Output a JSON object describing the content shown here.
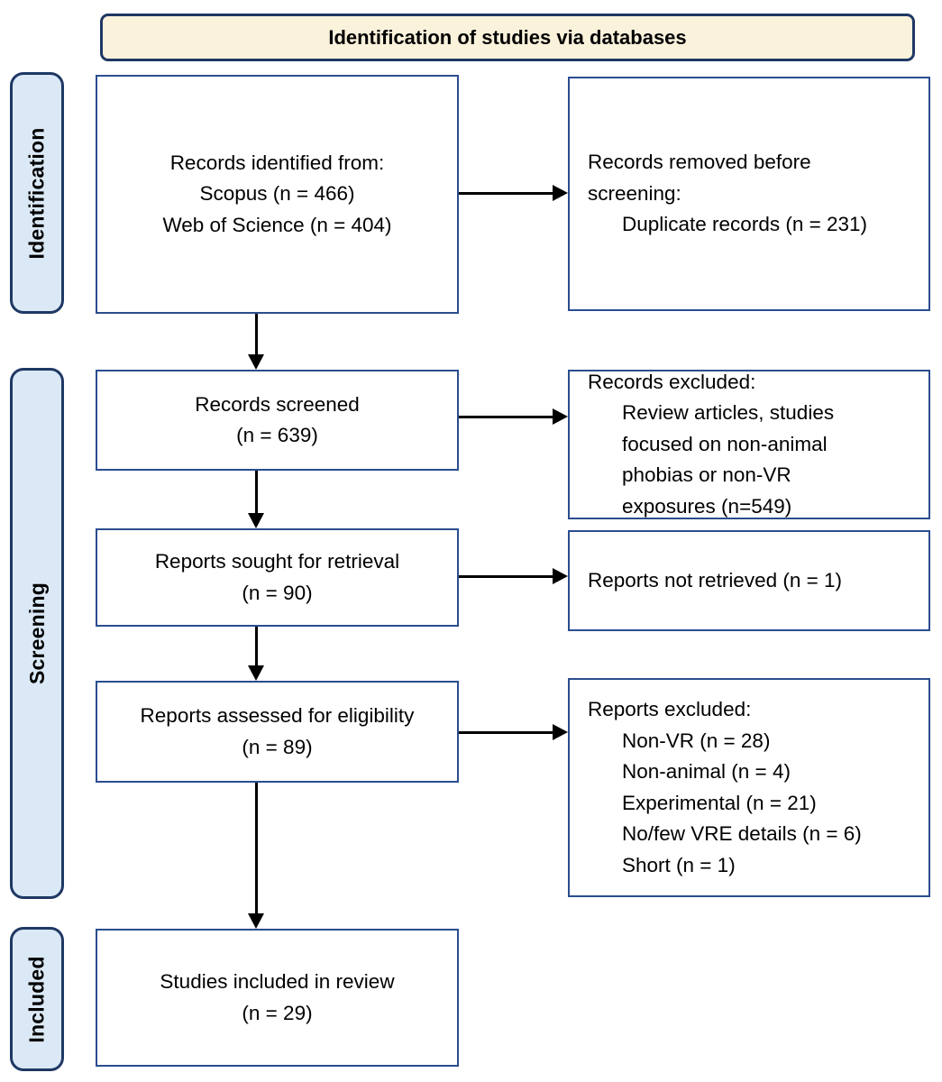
{
  "colors": {
    "page-bg": "#ffffff",
    "header-bg": "#fbf2dc",
    "header-border": "#1f3864",
    "stage-bg": "#dbe9f6",
    "stage-border": "#1f3864",
    "box-border": "#2a4d8f",
    "box-bg": "#ffffff",
    "arrow": "#000000",
    "text": "#000000"
  },
  "header": {
    "title": "Identification of studies via databases"
  },
  "stages": [
    {
      "label": "Identification"
    },
    {
      "label": "Screening"
    },
    {
      "label": "Included"
    }
  ],
  "main_boxes": [
    {
      "lines": [
        "Records identified from:",
        "Scopus (n = 466)",
        "Web of Science (n = 404)"
      ]
    },
    {
      "lines": [
        "Records screened",
        "(n = 639)"
      ]
    },
    {
      "lines": [
        "Reports sought for retrieval",
        "(n = 90)"
      ]
    },
    {
      "lines": [
        "Reports assessed for eligibility",
        "(n = 89)"
      ]
    },
    {
      "lines": [
        "Studies included in review",
        "(n = 29)"
      ]
    }
  ],
  "side_boxes": [
    {
      "lines": [
        "Records removed before",
        "screening:",
        "Duplicate records (n = 231)"
      ]
    },
    {
      "lines": [
        "Records excluded:",
        "Review articles, studies",
        "focused on non-animal",
        "phobias or non-VR",
        "exposures (n=549)"
      ]
    },
    {
      "lines": [
        "Reports not retrieved (n = 1)"
      ]
    },
    {
      "lines": [
        "Reports excluded:",
        "Non-VR (n = 28)",
        "Non-animal (n = 4)",
        "Experimental (n = 21)",
        "No/few VRE details (n = 6)",
        "Short (n = 1)"
      ]
    }
  ]
}
